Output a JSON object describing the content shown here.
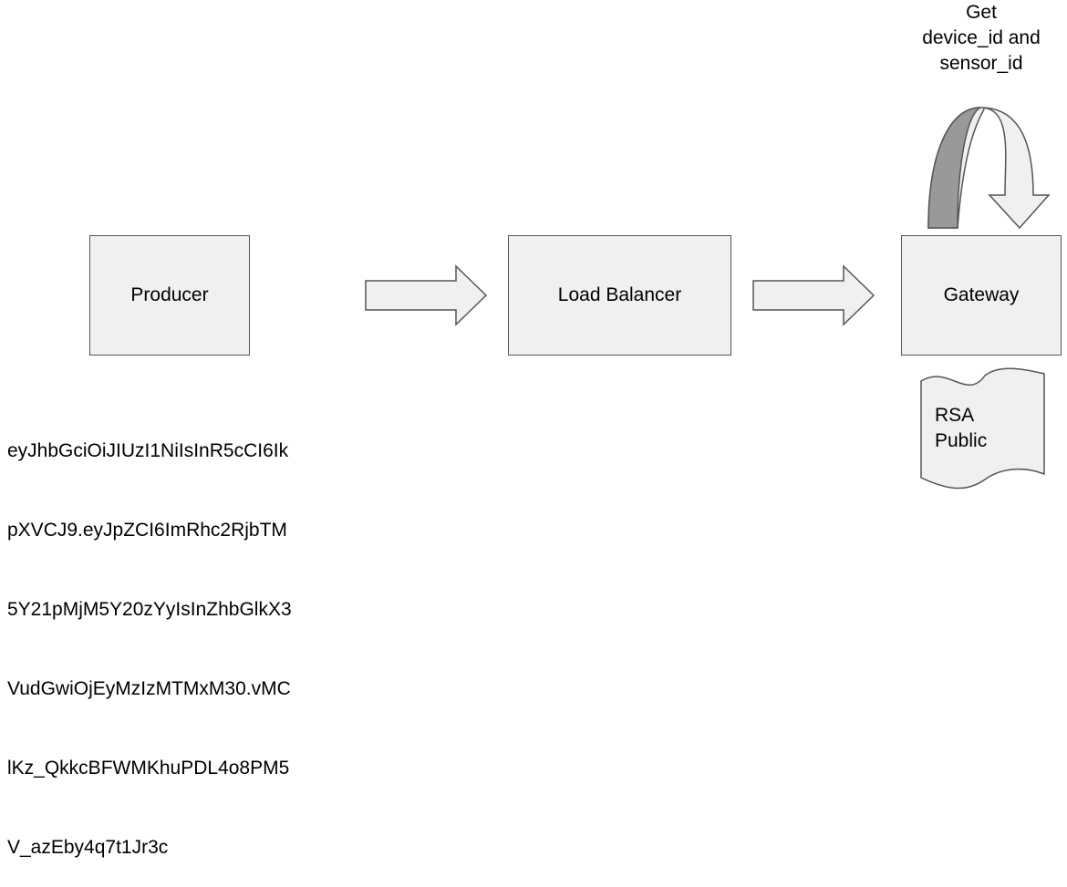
{
  "nodes": {
    "producer": "Producer",
    "load_balancer": "Load Balancer",
    "gateway": "Gateway"
  },
  "loop_label": [
    "Get",
    "device_id and",
    "sensor_id"
  ],
  "document_label": [
    "RSA",
    "Public"
  ],
  "token_lines": [
    "eyJhbGciOiJIUzI1NiIsInR5cCI6Ik",
    "pXVCJ9.eyJpZCI6ImRhc2RjbTM",
    "5Y21pMjM5Y20zYyIsInZhbGlkX3",
    "VudGwiOjEyMzIzMTMxM30.vMC",
    "lKz_QkkcBFWMKhuPDL4o8PM5",
    "V_azEby4q7t1Jr3c"
  ],
  "colors": {
    "fill": "#f0f0f0",
    "stroke": "#555555",
    "loop_shade": "#999999"
  }
}
